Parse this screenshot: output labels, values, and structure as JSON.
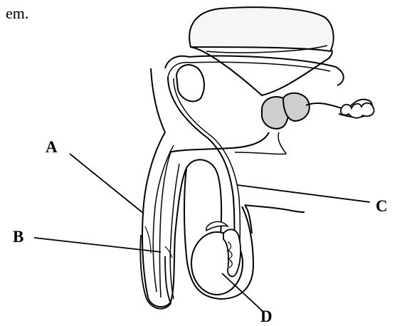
{
  "caption": {
    "fragment": "em."
  },
  "labels": {
    "a": "A",
    "b": "B",
    "c": "C",
    "d": "D"
  },
  "colors": {
    "ink": "#000000",
    "shade": "#cfcfcf",
    "background": "#ffffff"
  }
}
